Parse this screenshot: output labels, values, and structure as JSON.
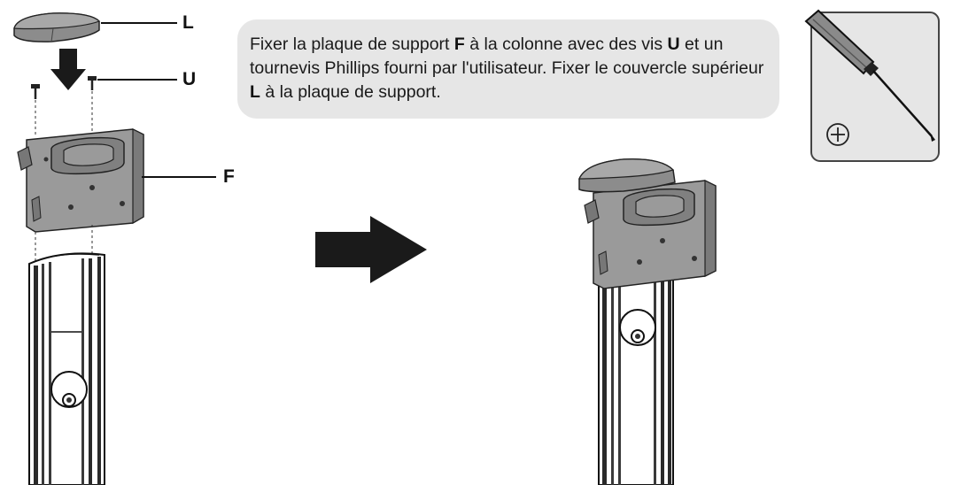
{
  "instruction": {
    "part1": "Fixer la plaque de support ",
    "ref_f": "F",
    "part2": " à la colonne avec des vis ",
    "ref_u": "U",
    "part3": " et un tournevis Phillips fourni par l'utilisateur. Fixer le couvercle supérieur ",
    "ref_l": "L",
    "part4": " à la plaque de support."
  },
  "labels": {
    "cover": "L",
    "screws": "U",
    "plate": "F"
  },
  "tool": {
    "icon": "phillips-screwdriver-icon",
    "symbol": "⊕"
  },
  "colors": {
    "callout_bg": "#e6e6e6",
    "plate_fill": "#9a9a9a",
    "plate_dark": "#6f6f6f",
    "cover_fill": "#8c8c8c",
    "ink": "#111111"
  }
}
